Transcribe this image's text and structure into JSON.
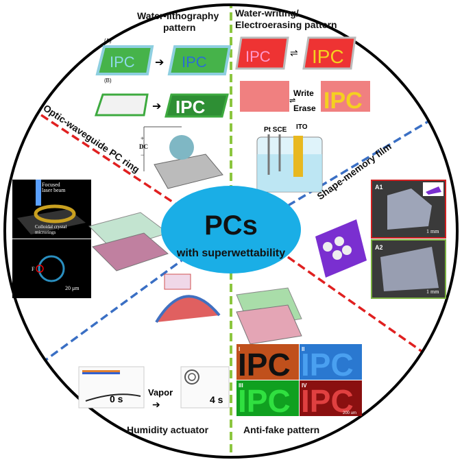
{
  "center": {
    "title": "PCs",
    "subtitle": "with superwettability"
  },
  "sections": {
    "water_lithography": {
      "title_line1": "Water-lithography",
      "title_line2": "pattern",
      "step_a": "(A)",
      "step_b": "(B)",
      "dc": "DC",
      "plus": "+",
      "minus": "−",
      "ipc": "IPC"
    },
    "water_writing": {
      "title_line1": "Water-writing/",
      "title_line2": "Electroerasing pattern",
      "ipc": "IPC",
      "write": "Write",
      "erase": "Erase",
      "electrodes": "Pt SCE",
      "ito": "ITO"
    },
    "optic_waveguide": {
      "title": "Optic-waveguide  PC ring",
      "laser_line1": "Focused",
      "laser_line2": "laser beam",
      "f": "F",
      "rings_line1": "Colloidal crystal",
      "rings_line2": "microrings",
      "scale": "20 μm"
    },
    "shape_memory": {
      "title": "Shape-memory film",
      "a1": "A1",
      "a2": "A2",
      "scale1": "1 mm",
      "scale2": "1 mm"
    },
    "humidity_actuator": {
      "title": "Humidity actuator",
      "vapor": "Vapor",
      "t0": "0 s",
      "t1": "4 s"
    },
    "anti_fake": {
      "title": "Anti-fake pattern",
      "panels": [
        "I",
        "II",
        "III",
        "IV"
      ],
      "ipc": "IPC",
      "scale": "200 um"
    }
  },
  "colors": {
    "center": "#1aaee6",
    "green_divider": "#8cc63f",
    "red_divider": "#e02020",
    "blue_divider": "#3a6fc4"
  }
}
